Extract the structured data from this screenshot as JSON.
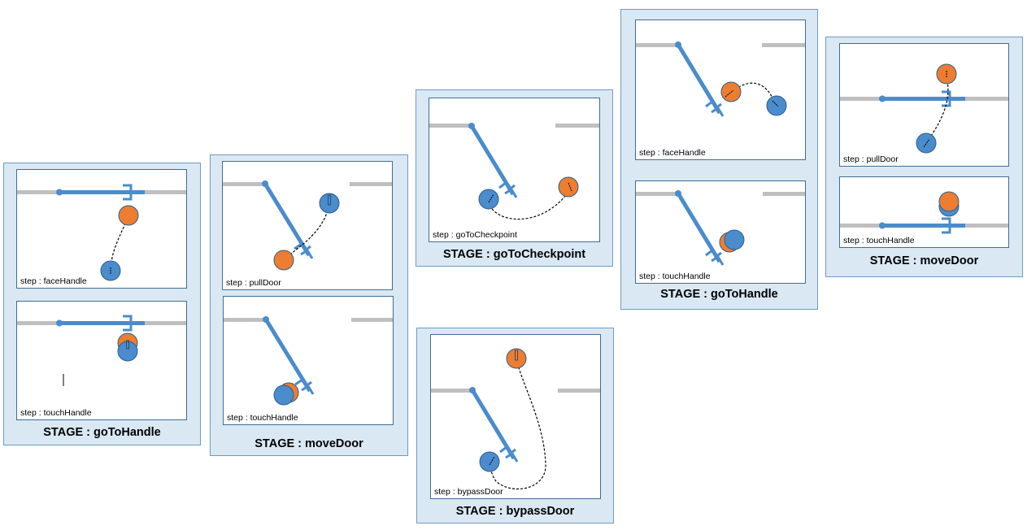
{
  "colors": {
    "stage_bg": "#dae8f4",
    "stage_border": "#6d9bc4",
    "wall": "#bfbfbf",
    "door": "#4a8ccc",
    "robot_blue": "#4a8ccc",
    "robot_orange": "#ed7d31"
  },
  "stages": [
    {
      "title": "STAGE : goToHandle",
      "panels": [
        {
          "step": "step : faceHandle"
        },
        {
          "step": "step : touchHandle"
        }
      ]
    },
    {
      "title": "STAGE : moveDoor",
      "panels": [
        {
          "step": "step : pullDoor"
        },
        {
          "step": "step : touchHandle"
        }
      ]
    },
    {
      "title": "STAGE : goToCheckpoint",
      "panels": [
        {
          "step": "step : goToCheckpoint"
        }
      ]
    },
    {
      "title": "STAGE : bypassDoor",
      "panels": [
        {
          "step": "step : bypassDoor"
        }
      ]
    },
    {
      "title": "STAGE : goToHandle",
      "panels": [
        {
          "step": "step : faceHandle"
        },
        {
          "step": "step : touchHandle"
        }
      ]
    },
    {
      "title": "STAGE : moveDoor",
      "panels": [
        {
          "step": "step : pullDoor"
        },
        {
          "step": "step : touchHandle"
        }
      ]
    }
  ]
}
